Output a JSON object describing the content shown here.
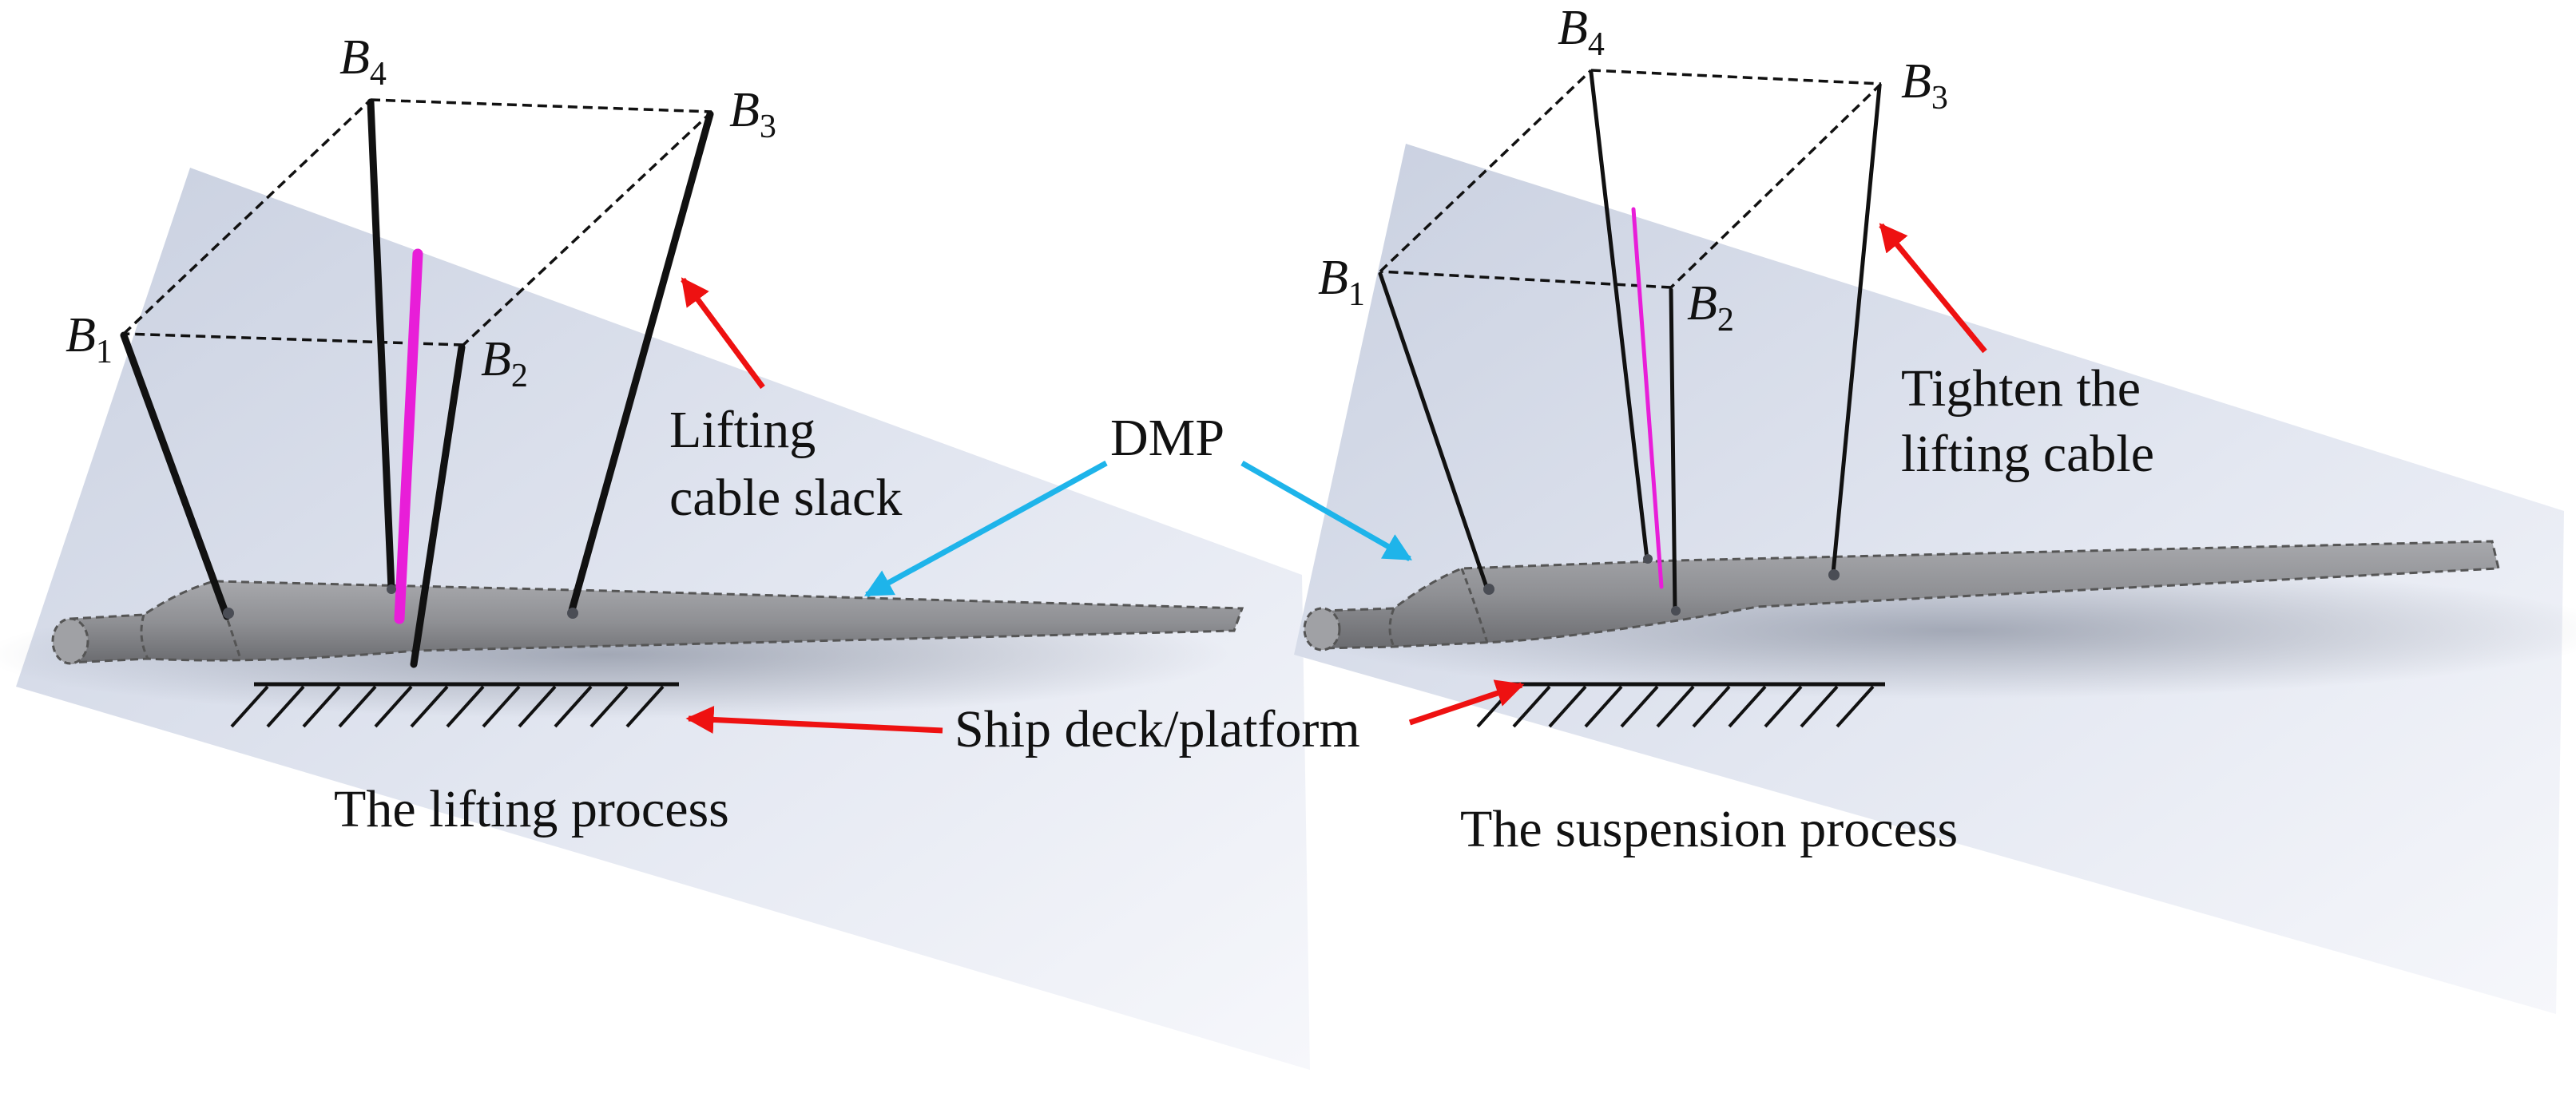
{
  "colors": {
    "cable": "#111111",
    "slack_cable": "#e81ed8",
    "annotation_arrow_red": "#ee1111",
    "annotation_arrow_blue": "#1eb4ea",
    "blade": "#8e8f93",
    "panel": "#dde2ee"
  },
  "left_panel": {
    "points": {
      "b1": {
        "letter": "B",
        "index": "1"
      },
      "b2": {
        "letter": "B",
        "index": "2"
      },
      "b3": {
        "letter": "B",
        "index": "3"
      },
      "b4": {
        "letter": "B",
        "index": "4"
      }
    },
    "slack_label": [
      "Lifting",
      "cable slack"
    ],
    "caption": "The lifting process"
  },
  "right_panel": {
    "points": {
      "b1": {
        "letter": "B",
        "index": "1"
      },
      "b2": {
        "letter": "B",
        "index": "2"
      },
      "b3": {
        "letter": "B",
        "index": "3"
      },
      "b4": {
        "letter": "B",
        "index": "4"
      }
    },
    "tighten_label": [
      "Tighten  the",
      "lifting cable"
    ],
    "caption": "The suspension process"
  },
  "shared": {
    "dmp_label": "DMP",
    "deck_label": "Ship deck/platform"
  }
}
